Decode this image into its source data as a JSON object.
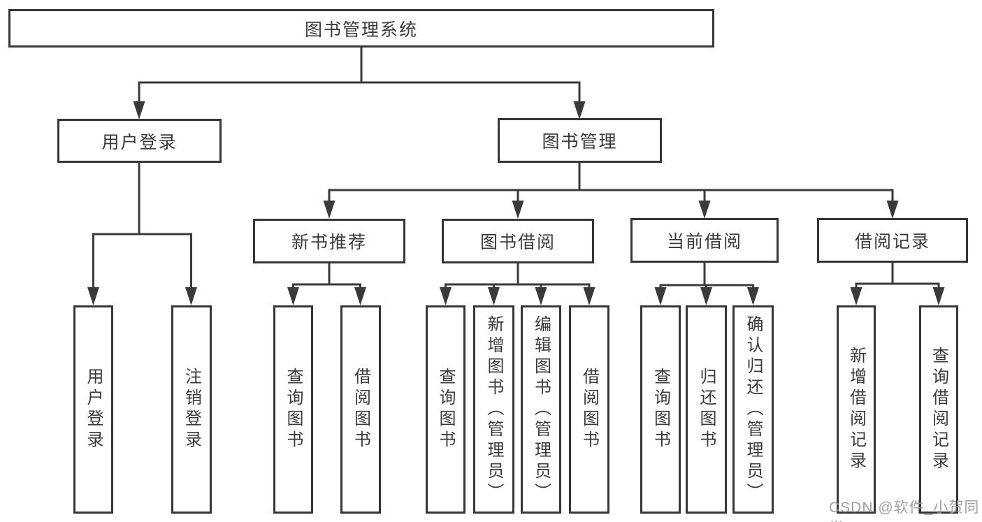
{
  "tree": {
    "label": "图书管理系统",
    "children": [
      {
        "label": "用户登录",
        "children": [
          {
            "label": "用户登录"
          },
          {
            "label": "注销登录"
          }
        ]
      },
      {
        "label": "图书管理",
        "children": [
          {
            "label": "新书推荐",
            "children": [
              {
                "label": "查询图书"
              },
              {
                "label": "借阅图书"
              }
            ]
          },
          {
            "label": "图书借阅",
            "children": [
              {
                "label": "查询图书"
              },
              {
                "label": "新增图书（管理员）"
              },
              {
                "label": "编辑图书（管理员）"
              },
              {
                "label": "借阅图书"
              }
            ]
          },
          {
            "label": "当前借阅",
            "children": [
              {
                "label": "查询图书"
              },
              {
                "label": "归还图书"
              },
              {
                "label": "确认归还（管理员）"
              }
            ]
          },
          {
            "label": "借阅记录",
            "children": [
              {
                "label": "新增借阅记录"
              },
              {
                "label": "查询借阅记录"
              }
            ]
          }
        ]
      }
    ]
  },
  "watermark": {
    "text": "CSDN @软件_小贺同学"
  },
  "colors": {
    "line": "#3a3a3a",
    "border": "#363636",
    "text": "#3a3a3a",
    "watermark": "#9a9a9a",
    "background": "#ffffff"
  }
}
